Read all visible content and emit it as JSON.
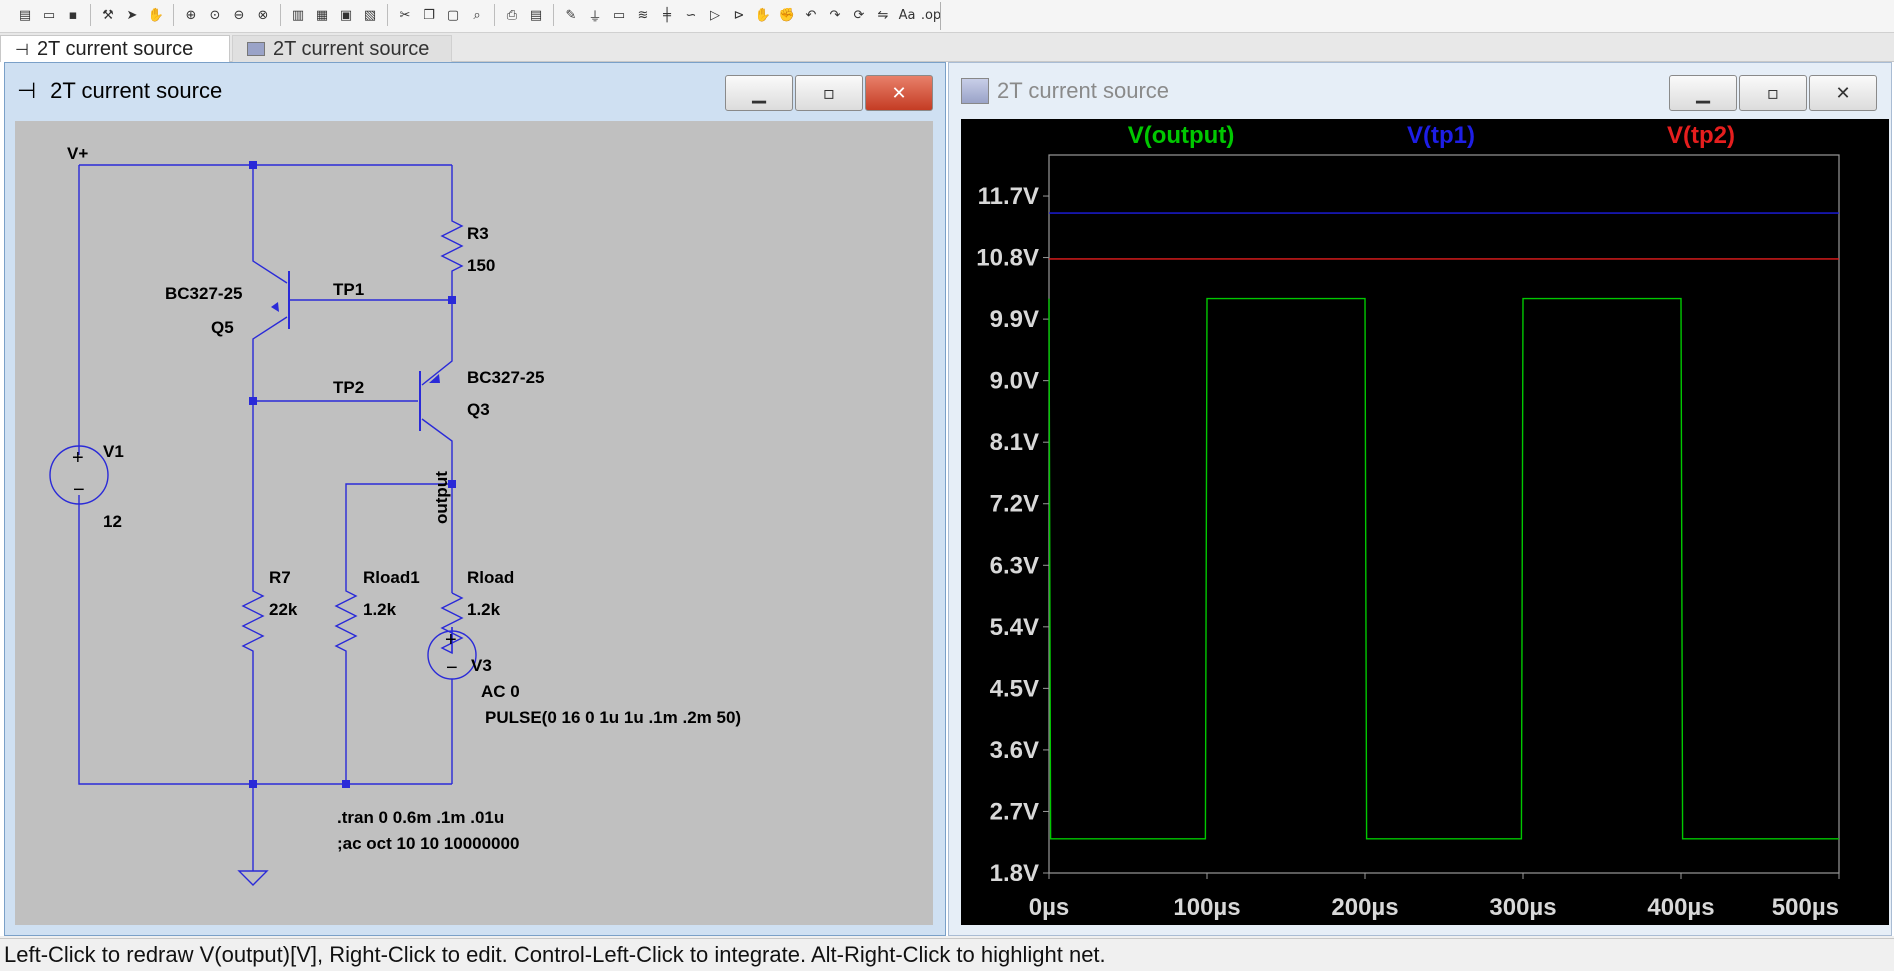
{
  "toolbar": {
    "icons": [
      "new-schematic-icon",
      "open-icon",
      "save-icon",
      "control-panel-icon",
      "run-icon",
      "halt-icon",
      "zoom-in-icon",
      "zoom-pan-icon",
      "zoom-out-icon",
      "zoom-fit-icon",
      "tile-horizontal-icon",
      "tile-vertical-icon",
      "cascade-icon",
      "close-all-icon",
      "cut-icon",
      "copy-icon",
      "paste-icon",
      "find-icon",
      "print-icon",
      "print-setup-icon",
      "wire-icon",
      "ground-icon",
      "label-net-icon",
      "resistor-icon",
      "capacitor-icon",
      "inductor-icon",
      "diode-icon",
      "component-icon",
      "move-icon",
      "drag-icon",
      "undo-icon",
      "redo-icon",
      "rotate-icon",
      "mirror-icon",
      "text-icon",
      "spice-directive-icon"
    ]
  },
  "tabs": [
    {
      "label": "2T current source",
      "icon": "schematic-icon",
      "active": true
    },
    {
      "label": "2T current source",
      "icon": "waveform-icon",
      "active": false
    }
  ],
  "schematic_window": {
    "title": "2T current source",
    "labels": {
      "vplus": "V+",
      "q5_model": "BC327-25",
      "q5_name": "Q5",
      "tp1": "TP1",
      "tp2": "TP2",
      "r3_name": "R3",
      "r3_value": "150",
      "q3_model": "BC327-25",
      "q3_name": "Q3",
      "output": "output",
      "v1_name": "V1",
      "v1_value": "12",
      "r7_name": "R7",
      "r7_value": "22k",
      "rload1_name": "Rload1",
      "rload1_value": "1.2k",
      "rload_name": "Rload",
      "rload_value": "1.2k",
      "v3_name": "V3",
      "v3_ac": "AC 0",
      "v3_pulse": "PULSE(0 16 0 1u 1u .1m .2m 50)",
      "directive_tran": ".tran 0 0.6m .1m .01u",
      "directive_ac": ";ac oct 10 10 10000000"
    }
  },
  "waveform_window": {
    "title": "2T current source",
    "colors": {
      "background": "#000000",
      "output": "#00c800",
      "tp1": "#1e1ee6",
      "tp2": "#e61e1e",
      "wire": "#2a2ad8"
    }
  },
  "chart_data": {
    "type": "line",
    "xlabel": "",
    "ylabel": "",
    "x_ticks": [
      "0µs",
      "100µs",
      "200µs",
      "300µs",
      "400µs",
      "500µs"
    ],
    "y_ticks": [
      "11.7V",
      "10.8V",
      "9.9V",
      "9.0V",
      "8.1V",
      "7.2V",
      "6.3V",
      "5.4V",
      "4.5V",
      "3.6V",
      "2.7V",
      "1.8V"
    ],
    "xlim": [
      0,
      500
    ],
    "ylim": [
      1.8,
      12.2
    ],
    "grid": false,
    "series": [
      {
        "name": "V(output)",
        "color": "#00c800",
        "x": [
          0,
          1,
          99,
          100,
          200,
          201,
          299,
          300,
          400,
          401,
          500
        ],
        "y": [
          10.2,
          2.3,
          2.3,
          10.2,
          10.2,
          2.3,
          2.3,
          10.2,
          10.2,
          2.3,
          2.3
        ]
      },
      {
        "name": "V(tp1)",
        "color": "#1e1ee6",
        "x": [
          0,
          500
        ],
        "y": [
          11.45,
          11.45
        ]
      },
      {
        "name": "V(tp2)",
        "color": "#e61e1e",
        "x": [
          0,
          500
        ],
        "y": [
          10.78,
          10.78
        ]
      }
    ]
  },
  "status": {
    "text": "Left-Click to redraw V(output)[V],  Right-Click to edit. Control-Left-Click to integrate. Alt-Right-Click to highlight net."
  }
}
